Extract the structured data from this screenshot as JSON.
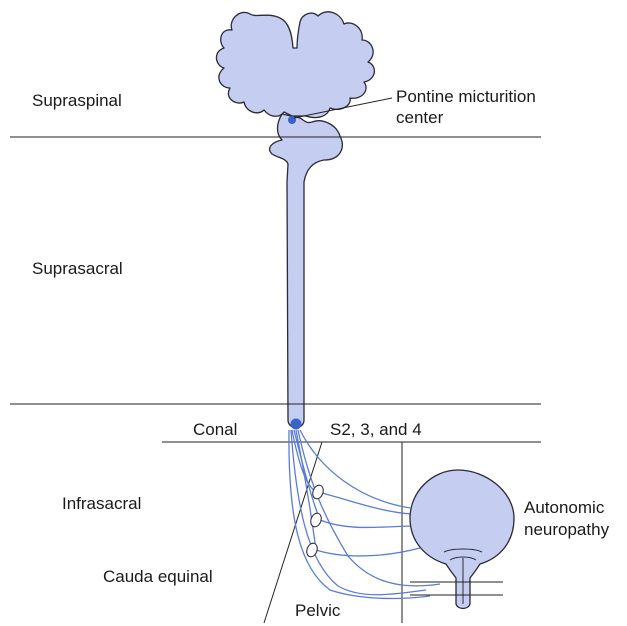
{
  "labels": {
    "supraspinal": "Supraspinal",
    "pontine_line1": "Pontine micturition",
    "pontine_line2": "center",
    "suprasacral": "Suprasacral",
    "conal": "Conal",
    "s234": "S2, 3, and 4",
    "infrasacral": "Infrasacral",
    "autonomic_line1": "Autonomic",
    "autonomic_line2": "neuropathy",
    "cauda": "Cauda equinal",
    "pelvic": "Pelvic"
  },
  "colors": {
    "tissue_fill": "#c5cdf0",
    "tissue_stroke": "#2a2a3a",
    "nerve": "#5a7bd8",
    "node": "#3a63c9",
    "line": "#222222"
  }
}
